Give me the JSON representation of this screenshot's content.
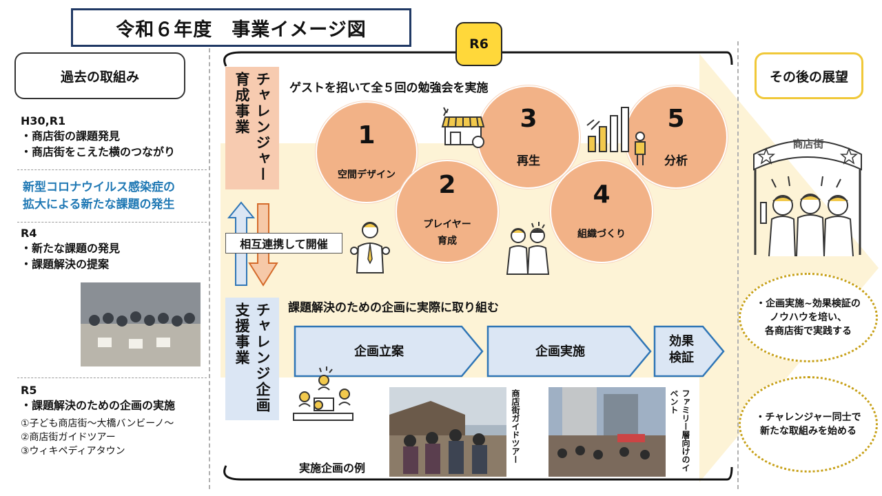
{
  "header": {
    "title": "令和６年度　事業イメージ図",
    "badge": "R6"
  },
  "left": {
    "heading": "過去の取組み",
    "h30_year": "H30,R1",
    "h30_items": [
      "・商店街の課題発見",
      "・商店街をこえた横のつながり"
    ],
    "covid_line1": "新型コロナウイルス感染症の",
    "covid_line2": "拡大による新たな課題の発生",
    "r4_year": "R4",
    "r4_items": [
      "・新たな課題の発見",
      "・課題解決の提案"
    ],
    "r5_year": "R5",
    "r5_item": "・課題解決のための企画の実施",
    "r5_list": [
      "①子ども商店街～大橋バンビーノ～",
      "②商店街ガイドツアー",
      "③ウィキペディアタウン"
    ]
  },
  "challenger_training": {
    "label": "チャレンジャー育成事業",
    "caption": "ゲストを招いて全５回の勉強会を実施",
    "sessions": [
      {
        "num": "1",
        "label": "空間デザイン"
      },
      {
        "num": "2",
        "label": "プレイヤー育成"
      },
      {
        "num": "3",
        "label": "再生"
      },
      {
        "num": "4",
        "label": "組織づくり"
      },
      {
        "num": "5",
        "label": "分析"
      }
    ]
  },
  "collab": "相互連携して開催",
  "planning_support": {
    "label": "チャレンジ企画支援事業",
    "caption": "課題解決のための企画に実際に取り組む",
    "steps": [
      "企画立案",
      "企画実施",
      "効果検証"
    ],
    "example_caption": "実施企画の例",
    "photo1_caption": "商店街ガイドツアー",
    "photo2_caption": "ファミリー層向けのイベント"
  },
  "future": {
    "heading": "その後の展望",
    "sign": "商店街",
    "bubble1": [
      "・企画実施~効果検証の",
      "ノウハウを培い、",
      "各商店街で実践する"
    ],
    "bubble2": [
      "・チャレンジャー同士で",
      "新たな取組みを始める"
    ]
  },
  "colors": {
    "navy": "#1f3864",
    "yellow": "#ffd83a",
    "peach": "#f2b287",
    "cream": "#fdf1cf",
    "arrow_blue": "#dbe6f4",
    "arrow_border": "#2e75b6",
    "text_blue": "#1f78b4"
  }
}
